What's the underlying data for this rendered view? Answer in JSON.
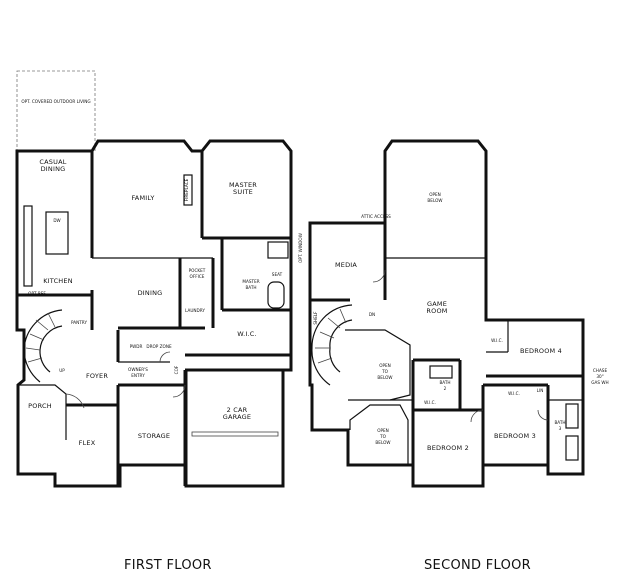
{
  "first_floor": {
    "title": "FIRST FLOOR",
    "rooms": {
      "opt_outdoor": "OPT. COVERED OUTDOOR LIVING",
      "casual_dining_1": "CASUAL",
      "casual_dining_2": "DINING",
      "family": "FAMILY",
      "fireplace": "FIREPLACE",
      "master_suite_1": "MASTER",
      "master_suite_2": "SUITE",
      "kitchen": "KITCHEN",
      "dw": "DW",
      "dining": "DINING",
      "pocket_office_1": "POCKET",
      "pocket_office_2": "OFFICE",
      "master_bath_1": "MASTER",
      "master_bath_2": "BATH",
      "seat": "SEAT",
      "laundry": "LAUNDRY",
      "opt_ref": "OPT REF",
      "pantry": "PANTRY",
      "wic": "W.I.C.",
      "pwdr": "PWDR",
      "drop_zone": "DROP ZONE",
      "owners_entry_1": "OWNER'S",
      "owners_entry_2": "ENTRY",
      "foyer": "FOYER",
      "porch": "PORCH",
      "flex": "FLEX",
      "storage": "STORAGE",
      "garage_1": "2 CAR",
      "garage_2": "GARAGE",
      "up": "UP",
      "cof": "COF"
    }
  },
  "second_floor": {
    "title": "SECOND FLOOR",
    "rooms": {
      "open_below_top_1": "OPEN",
      "open_below_top_2": "BELOW",
      "attic_access": "ATTIC ACCESS",
      "opt_window": "OPT. WINDOW",
      "media": "MEDIA",
      "game_room_1": "GAME",
      "game_room_2": "ROOM",
      "shelf": "SHELF",
      "dn": "DN",
      "open_below_mid_1": "OPEN",
      "open_below_mid_2": "TO",
      "open_below_mid_3": "BELOW",
      "open_below_low_1": "OPEN",
      "open_below_low_2": "TO",
      "open_below_low_3": "BELOW",
      "bath2_1": "BATH",
      "bath2_2": "2",
      "wic_left": "W.I.C.",
      "wic_right": "W.I.C.",
      "wic_top": "W.I.C.",
      "bedroom2": "BEDROOM 2",
      "bedroom3": "BEDROOM 3",
      "bedroom4": "BEDROOM 4",
      "bath3_1": "BATH",
      "bath3_2": "3",
      "chase_1": "CHASE",
      "chase_2": "30\"",
      "chase_3": "GAS WH",
      "linen": "LIN"
    }
  }
}
